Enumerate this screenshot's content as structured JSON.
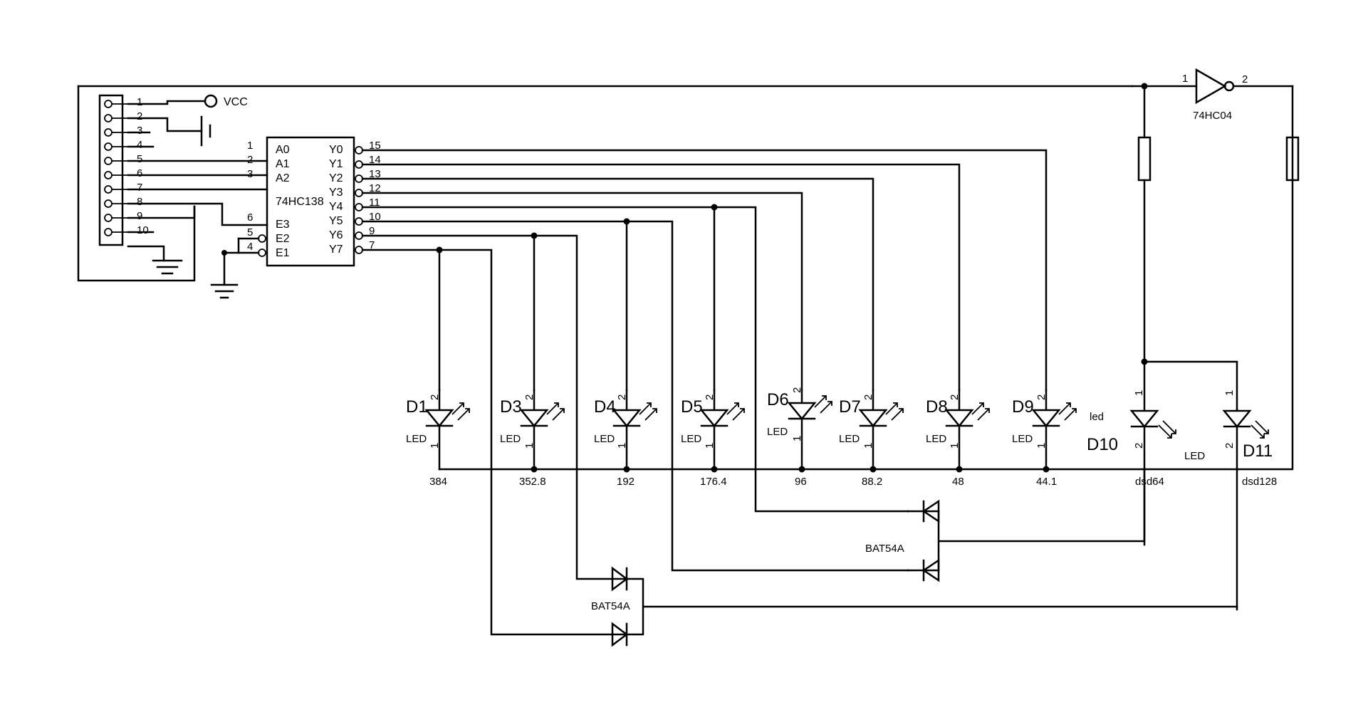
{
  "connector": {
    "pins": [
      "1",
      "2",
      "3",
      "4",
      "5",
      "6",
      "7",
      "8",
      "9",
      "10"
    ],
    "vcc_label": "VCC"
  },
  "decoder": {
    "name": "74HC138",
    "inputs": [
      {
        "label": "A0",
        "pin": "1"
      },
      {
        "label": "A1",
        "pin": "2"
      },
      {
        "label": "A2",
        "pin": "3"
      },
      {
        "label": "E3",
        "pin": "6"
      },
      {
        "label": "E2",
        "pin": "5"
      },
      {
        "label": "E1",
        "pin": "4"
      }
    ],
    "outputs": [
      {
        "label": "Y0",
        "pin": "15"
      },
      {
        "label": "Y1",
        "pin": "14"
      },
      {
        "label": "Y2",
        "pin": "13"
      },
      {
        "label": "Y3",
        "pin": "12"
      },
      {
        "label": "Y4",
        "pin": "11"
      },
      {
        "label": "Y5",
        "pin": "10"
      },
      {
        "label": "Y6",
        "pin": "9"
      },
      {
        "label": "Y7",
        "pin": "7"
      }
    ]
  },
  "inverter": {
    "name": "74HC04",
    "pin_in": "1",
    "pin_out": "2"
  },
  "leds": [
    {
      "ref": "D1",
      "type": "LED",
      "value": "384"
    },
    {
      "ref": "D3",
      "type": "LED",
      "value": "352.8"
    },
    {
      "ref": "D4",
      "type": "LED",
      "value": "192"
    },
    {
      "ref": "D5",
      "type": "LED",
      "value": "176.4"
    },
    {
      "ref": "D6",
      "type": "LED",
      "value": "96"
    },
    {
      "ref": "D7",
      "type": "LED",
      "value": "88.2"
    },
    {
      "ref": "D8",
      "type": "LED",
      "value": "48"
    },
    {
      "ref": "D9",
      "type": "LED",
      "value": "44.1",
      "extra": "led"
    }
  ],
  "leds_right": [
    {
      "ref": "D10",
      "value": "dsd64"
    },
    {
      "ref": "D11",
      "value": "dsd128"
    }
  ],
  "right_led_label": "LED",
  "led_pin_numbers": {
    "anode": "2",
    "cathode": "1"
  },
  "diodes": [
    "BAT54A",
    "BAT54A"
  ]
}
